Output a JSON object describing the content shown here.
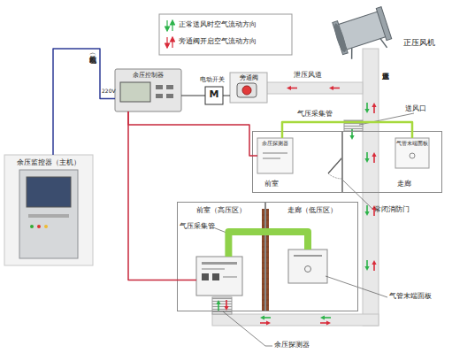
{
  "diagram": {
    "nodes": [
      {
        "text": [
          "余压控制器"
        ]
      },
      {
        "text": [
          "M"
        ]
      },
      {
        "text": [
          "旁通阀"
        ]
      },
      {
        "text": [
          "正压风机"
        ]
      },
      {
        "text": [
          "前室"
        ]
      },
      {
        "text": [
          "余压探测器"
        ],
        "in": 4
      },
      {
        "text": [
          "走廊"
        ]
      },
      {
        "text": [
          "气管末端面板"
        ],
        "in": 6
      },
      {
        "text": [
          "余压监控器（主机）"
        ]
      },
      {
        "text": [
          "前室（高压区）"
        ]
      },
      {
        "text": [
          "余压探测器"
        ],
        "in": 9
      },
      {
        "text": [
          "走廊（低压区）"
        ]
      },
      {
        "text": [
          "气管末端面板"
        ],
        "in": 11
      }
    ],
    "edges": [
      {
        "from": 8,
        "to": 0,
        "arrow": "none"
      },
      {
        "from": 0,
        "to": 1,
        "arrow": "none"
      },
      {
        "from": 1,
        "to": 2,
        "arrow": "none"
      },
      {
        "from": 0,
        "to": 5,
        "arrow": "none"
      },
      {
        "from": 0,
        "to": 10,
        "arrow": "none"
      },
      {
        "from": 5,
        "to": 7,
        "arrow": "none"
      },
      {
        "from": 10,
        "to": 12,
        "arrow": "none"
      }
    ],
    "labels": [
      "（风机控制电）",
      "220V",
      "电动开关",
      "泄压风道",
      "正压送风管道",
      "气压采集管",
      "送风口",
      "常闭消防门",
      "气压采集管"
    ],
    "legend": [
      {
        "text": "正常送风时空气流动方向"
      },
      {
        "text": "旁通阀开启空气流动方向"
      }
    ]
  }
}
